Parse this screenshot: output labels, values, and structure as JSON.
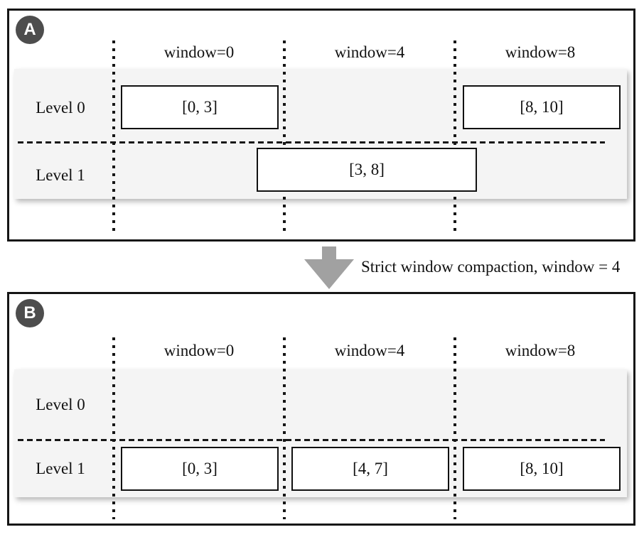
{
  "figure": {
    "panel_a": {
      "badge": "A",
      "headers": [
        "window=0",
        "window=4",
        "window=8"
      ],
      "levels": [
        "Level 0",
        "Level 1"
      ],
      "boxes": {
        "level0": [
          "[0, 3]",
          "[8, 10]"
        ],
        "level1": [
          "[3, 8]"
        ]
      }
    },
    "transition": {
      "caption": "Strict window compaction, window = 4"
    },
    "panel_b": {
      "badge": "B",
      "headers": [
        "window=0",
        "window=4",
        "window=8"
      ],
      "levels": [
        "Level 0",
        "Level 1"
      ],
      "boxes": {
        "level0": [],
        "level1": [
          "[0, 3]",
          "[4, 7]",
          "[8, 10]"
        ]
      }
    },
    "colors": {
      "badge_bg": "#4d4d4d",
      "row_bg": "#f4f4f4",
      "arrow": "#a1a1a1",
      "line": "#161616",
      "border": "#151515"
    }
  }
}
